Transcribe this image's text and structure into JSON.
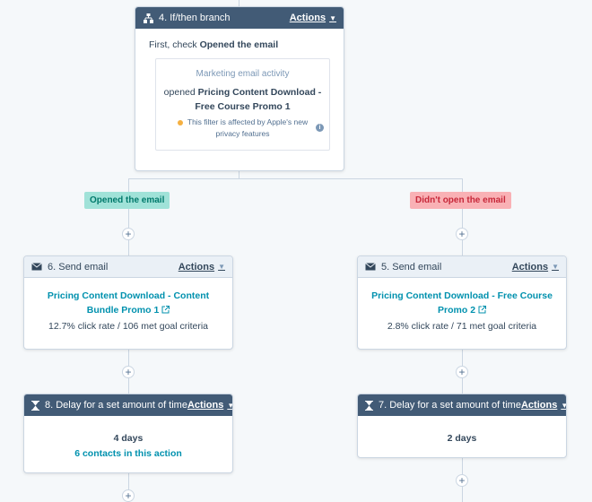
{
  "colors": {
    "header_dark": "#425b76",
    "header_light": "#eaf0f6",
    "link": "#0091ae",
    "opened_tag_bg": "#a0e2d8",
    "opened_tag_text": "#00796b",
    "not_opened_tag_bg": "#f9b1b5",
    "not_opened_tag_text": "#c7283a",
    "warning_dot": "#f5b041"
  },
  "branch": {
    "icon": "branch-icon",
    "title": "4. If/then branch",
    "actions_label": "Actions",
    "check_prefix": "First, check ",
    "check_value": "Opened the email",
    "filter_title": "Marketing email activity",
    "filter_prefix": "opened ",
    "filter_value_line1": "Pricing Content Download -",
    "filter_value_line2": "Free Course Promo 1",
    "note_line1": "This filter is affected by Apple's new",
    "note_line2": "privacy features"
  },
  "tags": {
    "opened": "Opened the email",
    "not_opened": "Didn't open the email"
  },
  "left": {
    "email": {
      "icon": "envelope-icon",
      "title": "6. Send email",
      "actions_label": "Actions",
      "link_line1": "Pricing Content Download - Content",
      "link_line2": "Bundle Promo 1",
      "stats": "12.7% click rate / 106 met goal criteria"
    },
    "delay": {
      "icon": "hourglass-icon",
      "title": "8. Delay for a set amount of time",
      "actions_label": "Actions",
      "duration": "4 days",
      "contacts": "6 contacts in this action"
    }
  },
  "right": {
    "email": {
      "icon": "envelope-icon",
      "title": "5. Send email",
      "actions_label": "Actions",
      "link_line1": "Pricing Content Download - Free Course",
      "link_line2": "Promo 2",
      "stats": "2.8% click rate / 71 met goal criteria"
    },
    "delay": {
      "icon": "hourglass-icon",
      "title": "7. Delay for a set amount of time",
      "actions_label": "Actions",
      "duration": "2 days"
    }
  },
  "plus_label": "+"
}
